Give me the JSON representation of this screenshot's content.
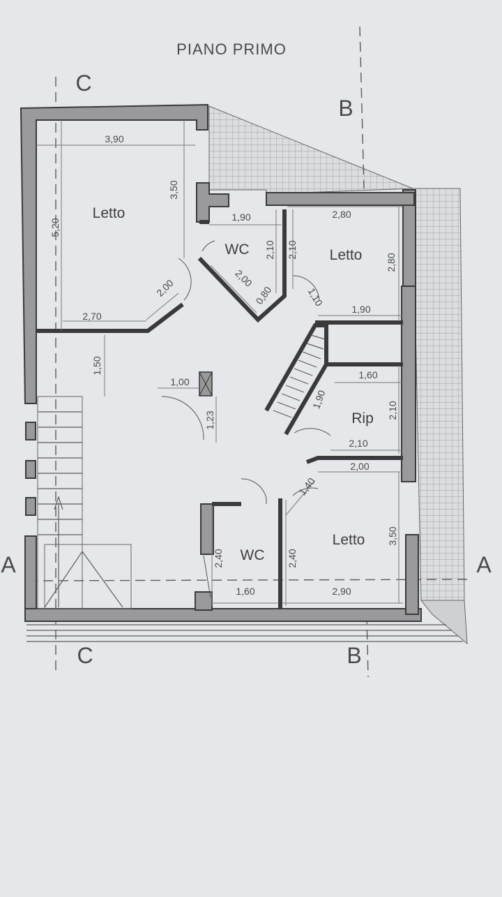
{
  "title": "PIANO PRIMO",
  "sections": {
    "c_top": "C",
    "c_bottom": "C",
    "b_top": "B",
    "b_bottom": "B",
    "a_left": "A",
    "a_right": "A"
  },
  "rooms": {
    "letto_nw": "Letto",
    "wc_upper": "WC",
    "letto_ne": "Letto",
    "rip": "Rip",
    "letto_se": "Letto",
    "wc_lower": "WC"
  },
  "dimensions": {
    "d_390": "3,90",
    "d_520": "5,20",
    "d_350_a": "3,50",
    "d_270": "2,70",
    "d_200_a": "2,00",
    "d_190_a": "1,90",
    "d_210_a": "2,10",
    "d_210_b": "2,10",
    "d_200_b": "2,00",
    "d_080": "0,80",
    "d_280_a": "2,80",
    "d_280_b": "2,80",
    "d_110": "1,10",
    "d_190_b": "1,90",
    "d_150": "1,50",
    "d_100": "1,00",
    "d_123": "1,23",
    "d_160_a": "1,60",
    "d_190_c": "1,90",
    "d_210_c": "2,10",
    "d_210_d": "2,10",
    "d_200_c": "2,00",
    "d_140": "1,40",
    "d_350_b": "3,50",
    "d_240_a": "2,40",
    "d_240_b": "2,40",
    "d_160_b": "1,60",
    "d_290": "2,90"
  },
  "colors": {
    "paper": "#e6e7ea",
    "wall_fill": "#9a9a9c",
    "line": "#3a3a3a"
  }
}
